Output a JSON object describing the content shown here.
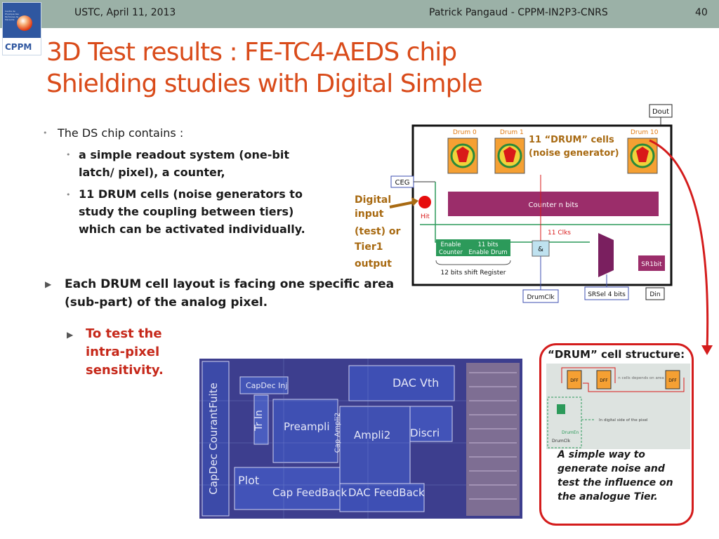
{
  "header": {
    "left": "USTC, April 11, 2013",
    "center": "Patrick Pangaud - CPPM-IN2P3-CNRS",
    "page_number": "40"
  },
  "logo": {
    "word": "CPPM",
    "tiny_text": "Centre de Physique des Particules de Marseille"
  },
  "title": {
    "line1": "3D Test results : FE-TC4-AEDS chip",
    "line2": "Shielding studies with Digital Simple"
  },
  "bullets": {
    "intro": "The DS chip contains :",
    "sub1": "a simple readout system (one-bit latch/ pixel), a counter,",
    "sub2": "11 DRUM cells (noise generators to study the coupling between tiers) which can be activated individually.",
    "main": "Each DRUM cell layout is facing one specific area (sub-part) of the analog pixel.",
    "red": "To test the intra-pixel sensitivity."
  },
  "diagram": {
    "dout": "Dout",
    "drum0": "Drum 0",
    "drum1": "Drum 1",
    "drum10": "Drum 10",
    "drum_note_1": "11 “DRUM”  cells",
    "drum_note_2": "(noise generator)",
    "ceg": "CEG",
    "hit": "Hit",
    "counter": "Counter n bits",
    "clks": "11  Clks",
    "enable_counter_1": "Enable",
    "enable_counter_2": "Counter",
    "bits11_1": "11 bits",
    "bits11_2": "Enable Drum",
    "and_gate": "&",
    "shift_reg": "12 bits shift Register",
    "sr1bit": "SR1bit",
    "drumclk": "DrumClk",
    "srsel": "SRSel 4 bits",
    "din": "Din",
    "digital_in_1": "Digital",
    "digital_in_2": "input",
    "digital_in_3": "(test) or",
    "digital_in_4": "Tier1",
    "digital_in_5": "output"
  },
  "layout_labels": {
    "capdec_inj": "CapDec Inj",
    "dac_vth": "DAC Vth",
    "courant": "CapDec  CourantFuite",
    "trin": "Tr In",
    "preampli": "Preampli",
    "ampli2": "Ampli2",
    "discri": "Discri",
    "cap_ampli2": "Cap Ampli2",
    "plot": "Plot",
    "cap_feedback": "Cap FeedBack",
    "dac_feedback": "DAC FeedBack"
  },
  "callout": {
    "title": "“DRUM” cell structure:",
    "dff": "DFF",
    "n_cells": "n cells depends on area",
    "digital_side": "In digital side of the pixel",
    "drumen": "DrumEn",
    "drumclk": "DrumClk",
    "text": "A simple way to generate noise and test the influence on the analogue Tier."
  },
  "colors": {
    "title": "#d94b1a",
    "header_bar": "#9bb1a7",
    "red_text": "#c6281a",
    "counter_bar": "#9b2d6a",
    "callout_border": "#d41c1c"
  }
}
